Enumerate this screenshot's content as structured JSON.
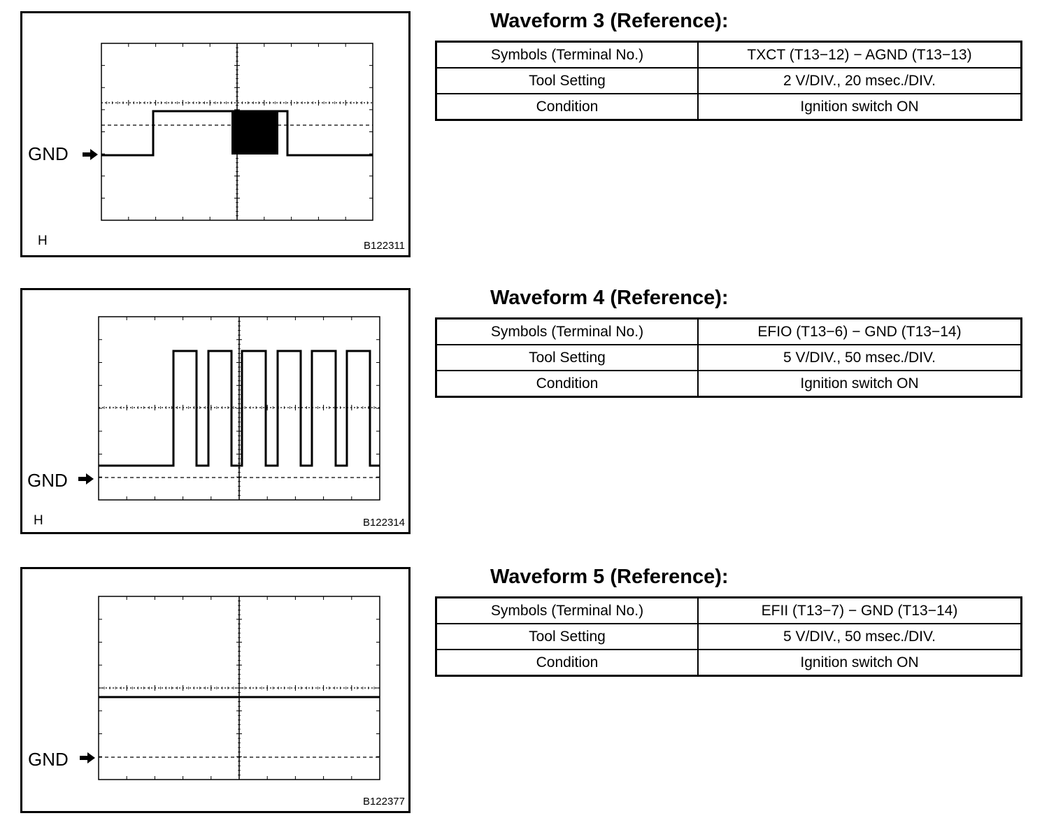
{
  "common": {
    "gnd_label": "GND",
    "arrow_icon": "right-arrow-icon"
  },
  "waveforms": [
    {
      "title": "Waveform 3 (Reference):",
      "probe_label": "H",
      "figure_code": "B122311",
      "rows": [
        {
          "label": "Symbols (Terminal No.)",
          "value": "TXCT (T13−12) − AGND (T13−13)"
        },
        {
          "label": "Tool Setting",
          "value": "2 V/DIV., 20 msec./DIV."
        },
        {
          "label": "Condition",
          "value": "Ignition switch ON"
        }
      ]
    },
    {
      "title": "Waveform 4 (Reference):",
      "probe_label": "H",
      "figure_code": "B122314",
      "rows": [
        {
          "label": "Symbols (Terminal No.)",
          "value": "EFIO (T13−6) − GND (T13−14)"
        },
        {
          "label": "Tool Setting",
          "value": "5 V/DIV., 50 msec./DIV."
        },
        {
          "label": "Condition",
          "value": "Ignition switch ON"
        }
      ]
    },
    {
      "title": "Waveform 5 (Reference):",
      "probe_label": "",
      "figure_code": "B122377",
      "rows": [
        {
          "label": "Symbols (Terminal No.)",
          "value": "EFII (T13−7) − GND (T13−14)"
        },
        {
          "label": "Tool Setting",
          "value": "5 V/DIV., 50 msec./DIV."
        },
        {
          "label": "Condition",
          "value": "Ignition switch ON"
        }
      ]
    }
  ]
}
